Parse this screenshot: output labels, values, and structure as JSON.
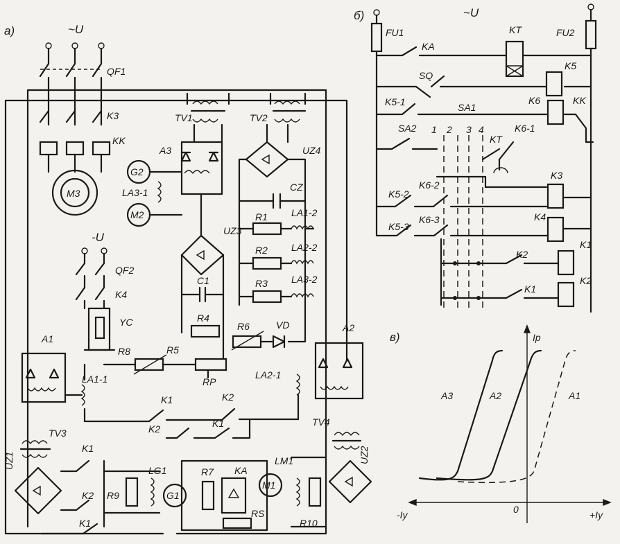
{
  "panels": {
    "a": "a)",
    "b": "б)",
    "c": "в)"
  },
  "a": {
    "supply_ac": "~U",
    "supply_dc": "-U",
    "labels": {
      "QF1": "QF1",
      "K3": "K3",
      "KK": "KK",
      "M3": "M3",
      "TV1": "TV1",
      "TV2": "TV2",
      "A3": "A3",
      "G2": "G2",
      "LA3_1": "LA3-1",
      "M2": "M2",
      "UZ4": "UZ4",
      "CZ": "CZ",
      "R1": "R1",
      "LA1_2": "LA1-2",
      "R2": "R2",
      "LA2_2": "LA2-2",
      "R3": "R3",
      "LA3_2": "LA3-2",
      "UZ3": "UZ3",
      "C1": "C1",
      "R4": "R4",
      "R6": "R6",
      "VD": "VD",
      "QF2": "QF2",
      "K4": "K4",
      "YC": "YC",
      "R8": "R8",
      "R5": "R5",
      "RP": "RP",
      "A1": "A1",
      "LA1_1": "LA1-1",
      "LA2_1": "LA2-1",
      "A2": "A2",
      "K1a": "K1",
      "K2a": "K2",
      "K2b": "K2",
      "K1b": "K1",
      "TV3": "TV3",
      "TV4": "TV4",
      "UZ1": "UZ1",
      "UZ2": "UZ2",
      "K1c": "K1",
      "K2c": "K2",
      "R9": "R9",
      "LG1": "LG1",
      "K1d": "K1",
      "G1": "G1",
      "R7": "R7",
      "KA": "KA",
      "RS": "RS",
      "LM1": "LM1",
      "M1": "M1",
      "R10": "R10"
    }
  },
  "b": {
    "supply": "~U",
    "labels": {
      "FU1": "FU1",
      "FU2": "FU2",
      "KA": "KA",
      "KT": "KT",
      "K5": "K5",
      "SQ": "SQ",
      "K5_1": "K5-1",
      "SA1": "SA1",
      "K6": "K6",
      "KK": "KK",
      "SA2": "SA2",
      "n1": "1",
      "n2": "2",
      "n3": "3",
      "n4": "4",
      "KT2": "KT",
      "K6_1": "K6-1",
      "K3": "K3",
      "K5_2": "K5-2",
      "K6_2": "K6-2",
      "K4": "K4",
      "K5_3": "K5-3",
      "K6_3": "K6-3",
      "K1": "K1",
      "K2": "K2",
      "K2c": "K2",
      "K1c": "K1"
    }
  },
  "c": {
    "y_axis": "Iр",
    "x_pos": "+Iу",
    "x_neg": "-Iу",
    "origin": "0",
    "curves": [
      "A3",
      "A2",
      "A1"
    ]
  }
}
